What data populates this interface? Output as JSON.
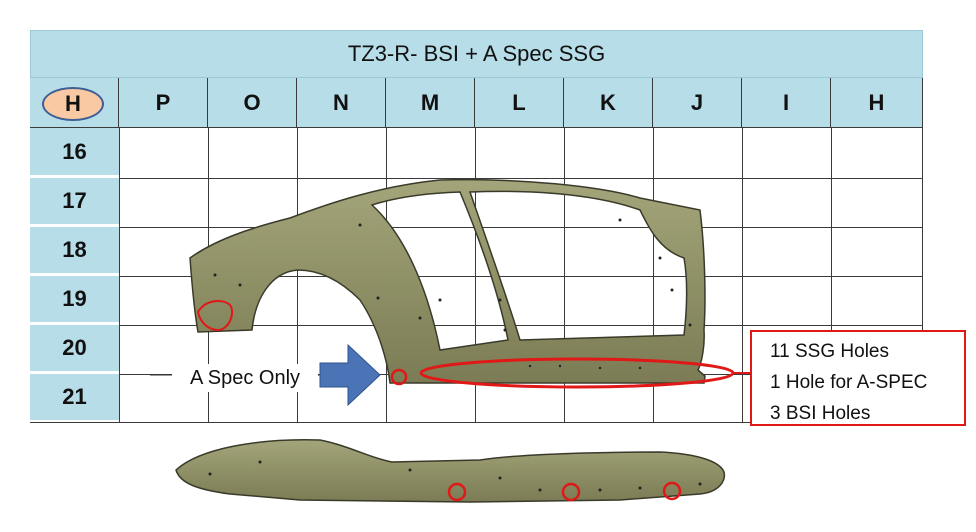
{
  "title": "TZ3-R- BSI + A Spec SSG",
  "corner_label": "H",
  "columns": [
    "P",
    "O",
    "N",
    "M",
    "L",
    "K",
    "J",
    "I",
    "H"
  ],
  "rows": [
    "16",
    "17",
    "18",
    "19",
    "20",
    "21"
  ],
  "aspec_label": "A Spec Only",
  "callout_lines": [
    "11 SSG Holes",
    "1 Hole for A-SPEC",
    "3 BSI Holes"
  ],
  "colors": {
    "header_fill": "#b7dde8",
    "corner_badge_fill": "#f8c9a3",
    "corner_badge_border": "#3f5f95",
    "body_panel": "#8f9066",
    "highlight_red": "#e01818",
    "arrow_blue": "#4a74b5"
  }
}
